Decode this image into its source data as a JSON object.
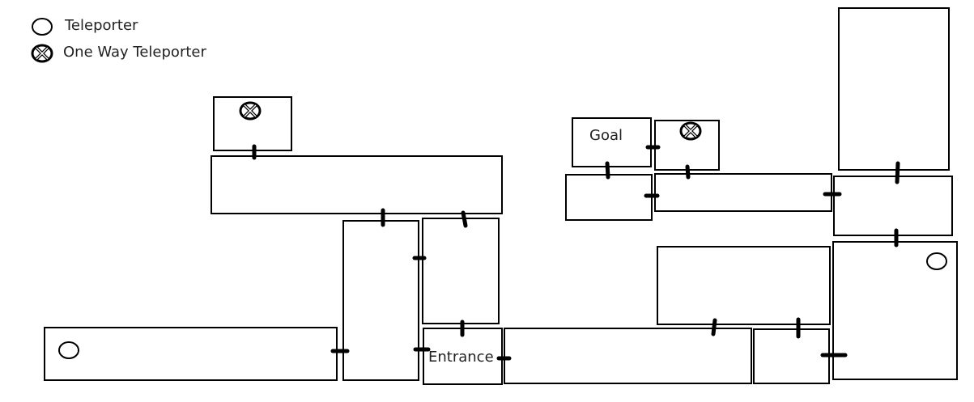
{
  "legend": {
    "items": [
      {
        "icon": "teleporter-icon",
        "label": "Teleporter"
      },
      {
        "icon": "one-way-teleporter-icon",
        "label": "One Way Teleporter"
      }
    ]
  },
  "colors": {
    "line": "#000000",
    "background": "#ffffff",
    "text": "#222222"
  },
  "rooms": [
    {
      "id": "ow-room-left",
      "label": "",
      "icon": "one-way-teleporter-icon"
    },
    {
      "id": "upper-corridor",
      "label": "",
      "icon": ""
    },
    {
      "id": "tall-left",
      "label": "",
      "icon": ""
    },
    {
      "id": "mid-center",
      "label": "",
      "icon": ""
    },
    {
      "id": "bottom-left-long",
      "label": "",
      "icon": "teleporter-icon"
    },
    {
      "id": "entrance",
      "label": "Entrance",
      "icon": ""
    },
    {
      "id": "bottom-center-long",
      "label": "",
      "icon": ""
    },
    {
      "id": "mid-right-wide",
      "label": "",
      "icon": ""
    },
    {
      "id": "bottom-small",
      "label": "",
      "icon": ""
    },
    {
      "id": "right-large",
      "label": "",
      "icon": "teleporter-icon"
    },
    {
      "id": "right-mid",
      "label": "",
      "icon": ""
    },
    {
      "id": "right-tall-top",
      "label": "",
      "icon": ""
    },
    {
      "id": "goal",
      "label": "Goal",
      "icon": ""
    },
    {
      "id": "ow-room-right",
      "label": "",
      "icon": "one-way-teleporter-icon"
    },
    {
      "id": "below-goal",
      "label": "",
      "icon": ""
    },
    {
      "id": "right-corridor",
      "label": "",
      "icon": ""
    }
  ]
}
